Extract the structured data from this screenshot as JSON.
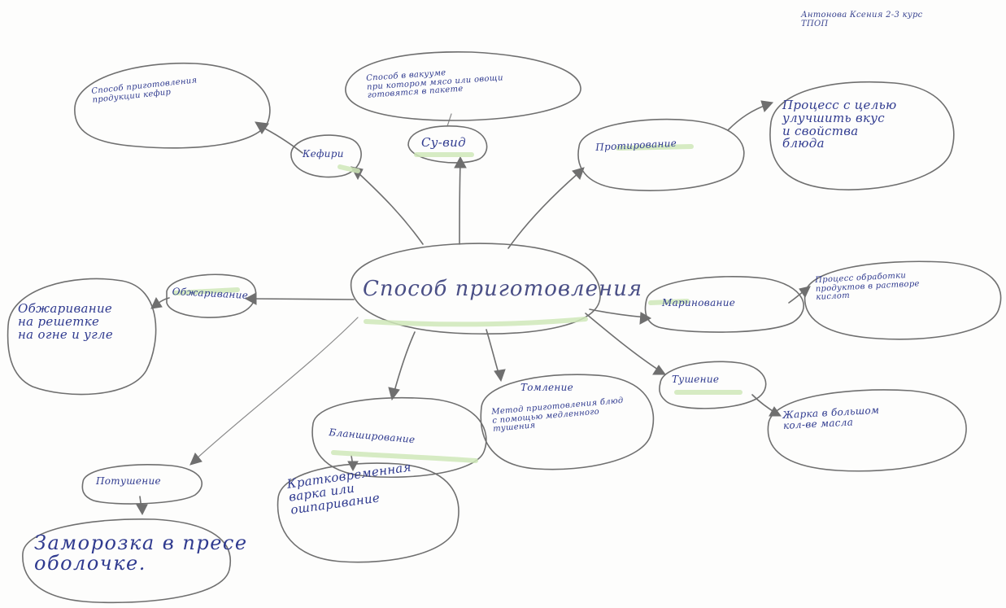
{
  "diagram": {
    "author_note": "Антонова Ксения 2-3 курс\nТПОП",
    "center": "Способ приготовления",
    "branches": {
      "kefiri": {
        "label": "Кефири",
        "desc": "Способ приготовления\nпродукции кефир"
      },
      "suvid": {
        "label": "Су-вид",
        "desc": "Способ в вакууме\nпри котором мясо или овощи\nготовятся в пакете"
      },
      "protivirovanie": {
        "label": "Протирование",
        "desc": "Процесс с целью\nулучшить вкус\nи свойства\nблюда"
      },
      "marinovanie": {
        "label": "Маринование",
        "desc": "Процесс обработки\nпродуктов в растворе\nкислот"
      },
      "tushenie": {
        "label": "Тушение",
        "desc": "Жарка в большом\nкол-ве масла"
      },
      "tomlenie": {
        "label": "Томление",
        "desc": "Метод приготовления блюд\nс помощью медленного\nтушения"
      },
      "blanshirovanie": {
        "label": "Бланширование",
        "desc": "Кратковременная\nварка или\nошпаривание"
      },
      "potushenie": {
        "label": "Потушение",
        "desc": "Заморозка в пресе\nоболочке."
      },
      "obzharivanie": {
        "label": "Обжаривание",
        "desc": "Обжаривание\nна решетке\nна огне и угле"
      }
    }
  },
  "colors": {
    "ink": "#2f3a8f",
    "pencil": "#6f6f6f",
    "highlighter": "#cfe8b8",
    "paper": "#fdfdfc"
  }
}
